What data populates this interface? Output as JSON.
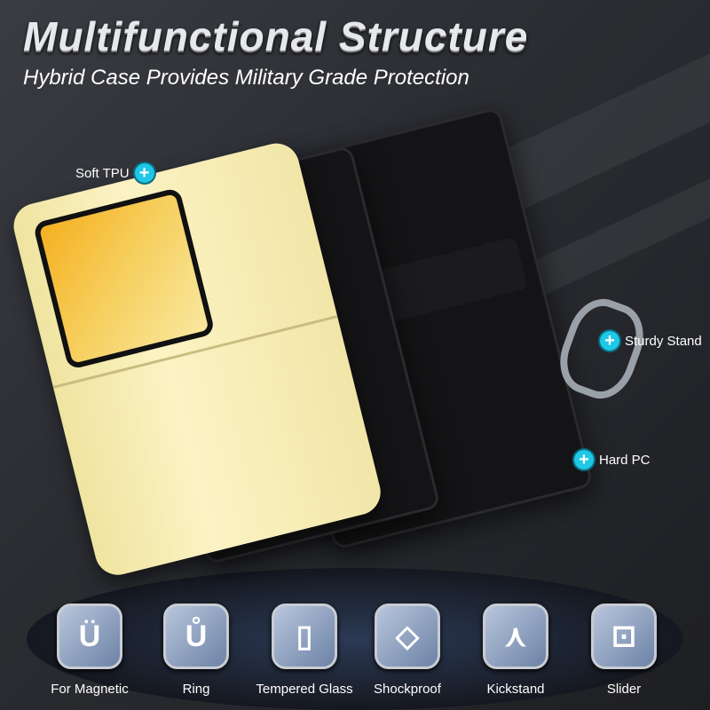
{
  "header": {
    "title": "Multifunctional Structure",
    "subtitle": "Hybrid Case Provides Military Grade Protection"
  },
  "callouts": [
    {
      "label": "Soft TPU"
    },
    {
      "label": "Sturdy Stand"
    },
    {
      "label": "Hard PC"
    }
  ],
  "features": [
    {
      "label": "For Magnetic",
      "icon": "magnet-icon",
      "glyph": "Ü"
    },
    {
      "label": "Ring",
      "icon": "ring-icon",
      "glyph": "Ů"
    },
    {
      "label": "Tempered Glass",
      "icon": "tempered-glass-icon",
      "glyph": "▯"
    },
    {
      "label": "Shockproof",
      "icon": "shockproof-icon",
      "glyph": "◇"
    },
    {
      "label": "Kickstand",
      "icon": "kickstand-icon",
      "glyph": "⋏"
    },
    {
      "label": "Slider",
      "icon": "slider-icon",
      "glyph": "⊡"
    }
  ],
  "colors": {
    "accent": "#1ec8e6",
    "phone": "#f5ecb4"
  }
}
